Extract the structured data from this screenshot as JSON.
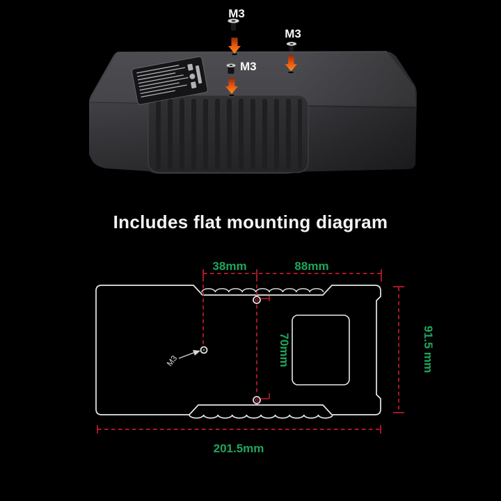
{
  "colors": {
    "background": "#000000",
    "outline_white": "#e8e8e8",
    "dimension_red": "#c11c2e",
    "dimension_green": "#1fa55c",
    "arrow_orange": "#ff8a1f",
    "battery_body": "#3f3f43"
  },
  "photo": {
    "screw_labels": [
      {
        "text": "M3"
      },
      {
        "text": "M3"
      },
      {
        "text": "M3"
      }
    ]
  },
  "title": {
    "text": "Includes flat mounting diagram"
  },
  "diagram": {
    "hole_label": "M3",
    "dim_top_left": "38mm",
    "dim_top_right": "88mm",
    "dim_vertical_inner": "70mm",
    "dim_right": "91.5 mm",
    "dim_bottom": "201.5mm"
  }
}
